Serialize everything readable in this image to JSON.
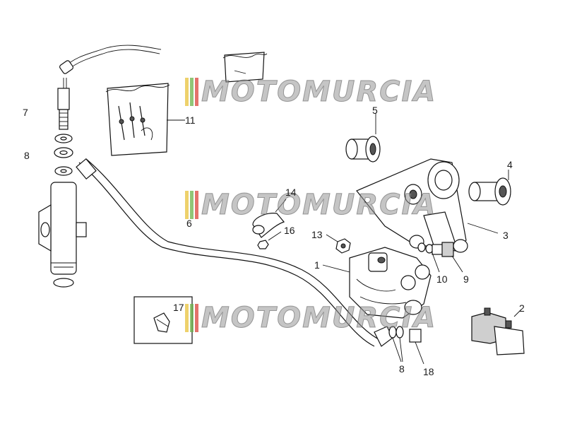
{
  "diagram": {
    "callouts": {
      "c1": "1",
      "c2": "2",
      "c3": "3",
      "c4": "4",
      "c5": "5",
      "c6": "6",
      "c7": "7",
      "c8a": "8",
      "c8b": "8",
      "c9": "9",
      "c10": "10",
      "c11": "11",
      "c13": "13",
      "c14": "14",
      "c16": "16",
      "c17": "17",
      "c18": "18"
    },
    "watermark": {
      "text": "MOTOMURCIA",
      "stripe_colors": [
        "#e8c23a",
        "#6cb24a",
        "#d9433a"
      ]
    }
  }
}
